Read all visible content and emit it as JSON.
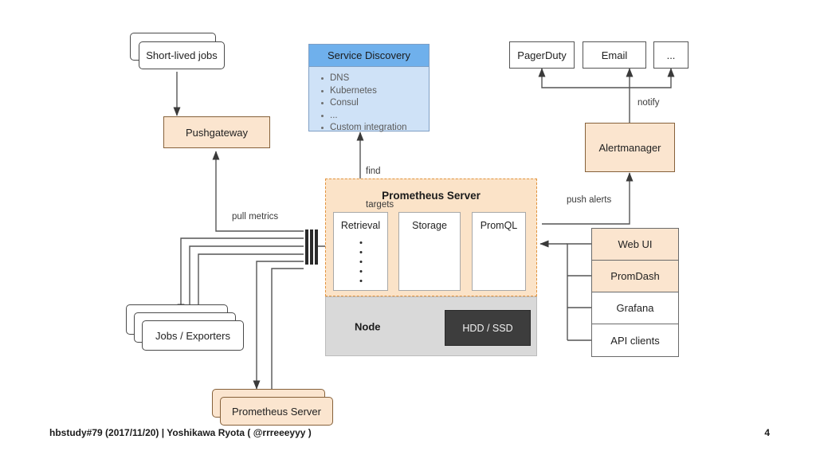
{
  "slide": {
    "footer_text": "hbstudy#79 (2017/11/20) | Yoshikawa Ryota ( @rrreeeyyy )",
    "page_number": "4"
  },
  "colors": {
    "peach_fill": "#fbe5cf",
    "peach_border": "#86613a",
    "server_fill": "#fbe3c8",
    "server_border": "#e2943f",
    "sd_header": "#6fb0ec",
    "sd_body": "#cfe2f7",
    "node_fill": "#d9d9d9",
    "hdd_fill": "#3d3d3d",
    "wire": "#555555"
  },
  "nodes": {
    "short_lived_jobs": "Short-lived jobs",
    "pushgateway": "Pushgateway",
    "jobs_exporters": "Jobs / Exporters",
    "prometheus_server_node": "Prometheus Server",
    "prometheus_server_title": "Prometheus Server",
    "retrieval": "Retrieval",
    "storage": "Storage",
    "promql": "PromQL",
    "node": "Node",
    "hdd_ssd": "HDD / SSD",
    "alertmanager": "Alertmanager",
    "pagerduty": "PagerDuty",
    "email": "Email",
    "more_targets": "..."
  },
  "service_discovery": {
    "title": "Service Discovery",
    "items": [
      "DNS",
      "Kubernetes",
      "Consul",
      "...",
      "Custom integration"
    ]
  },
  "clients": {
    "rows": [
      {
        "label": "Web UI",
        "highlight": true
      },
      {
        "label": "PromDash",
        "highlight": true
      },
      {
        "label": "Grafana",
        "highlight": false
      },
      {
        "label": "API clients",
        "highlight": false
      }
    ]
  },
  "edges": {
    "find_targets_line1": "find",
    "find_targets_line2": "targets",
    "pull_metrics": "pull metrics",
    "push_alerts": "push alerts",
    "notify": "notify"
  }
}
